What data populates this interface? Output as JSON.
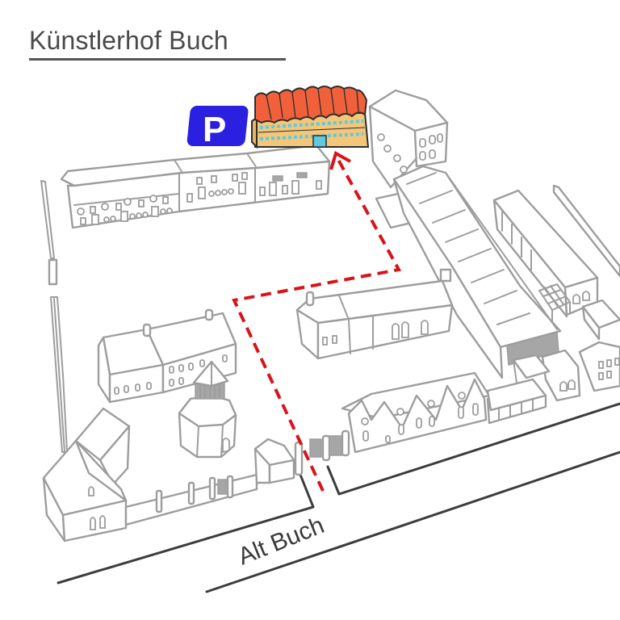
{
  "map": {
    "title": "Künstlerhof Buch",
    "street_label": "Alt Buch",
    "parking_sign": {
      "letter": "P",
      "icon": "parking-icon",
      "color": "#2b1fe0"
    },
    "destination_building": {
      "icon": "highlighted-building-icon",
      "roof_color": "#f0603a",
      "wall_color": "#f3c67a",
      "window_color": "#5fc9df"
    },
    "route": {
      "icon": "dashed-route-arrow-icon",
      "color": "#d8141a",
      "style": "dashed"
    },
    "colors": {
      "building_outline": "#9d9d9d",
      "road_line": "#3c3c3c",
      "title_text": "#4a4a4a",
      "background": "#ffffff"
    }
  }
}
